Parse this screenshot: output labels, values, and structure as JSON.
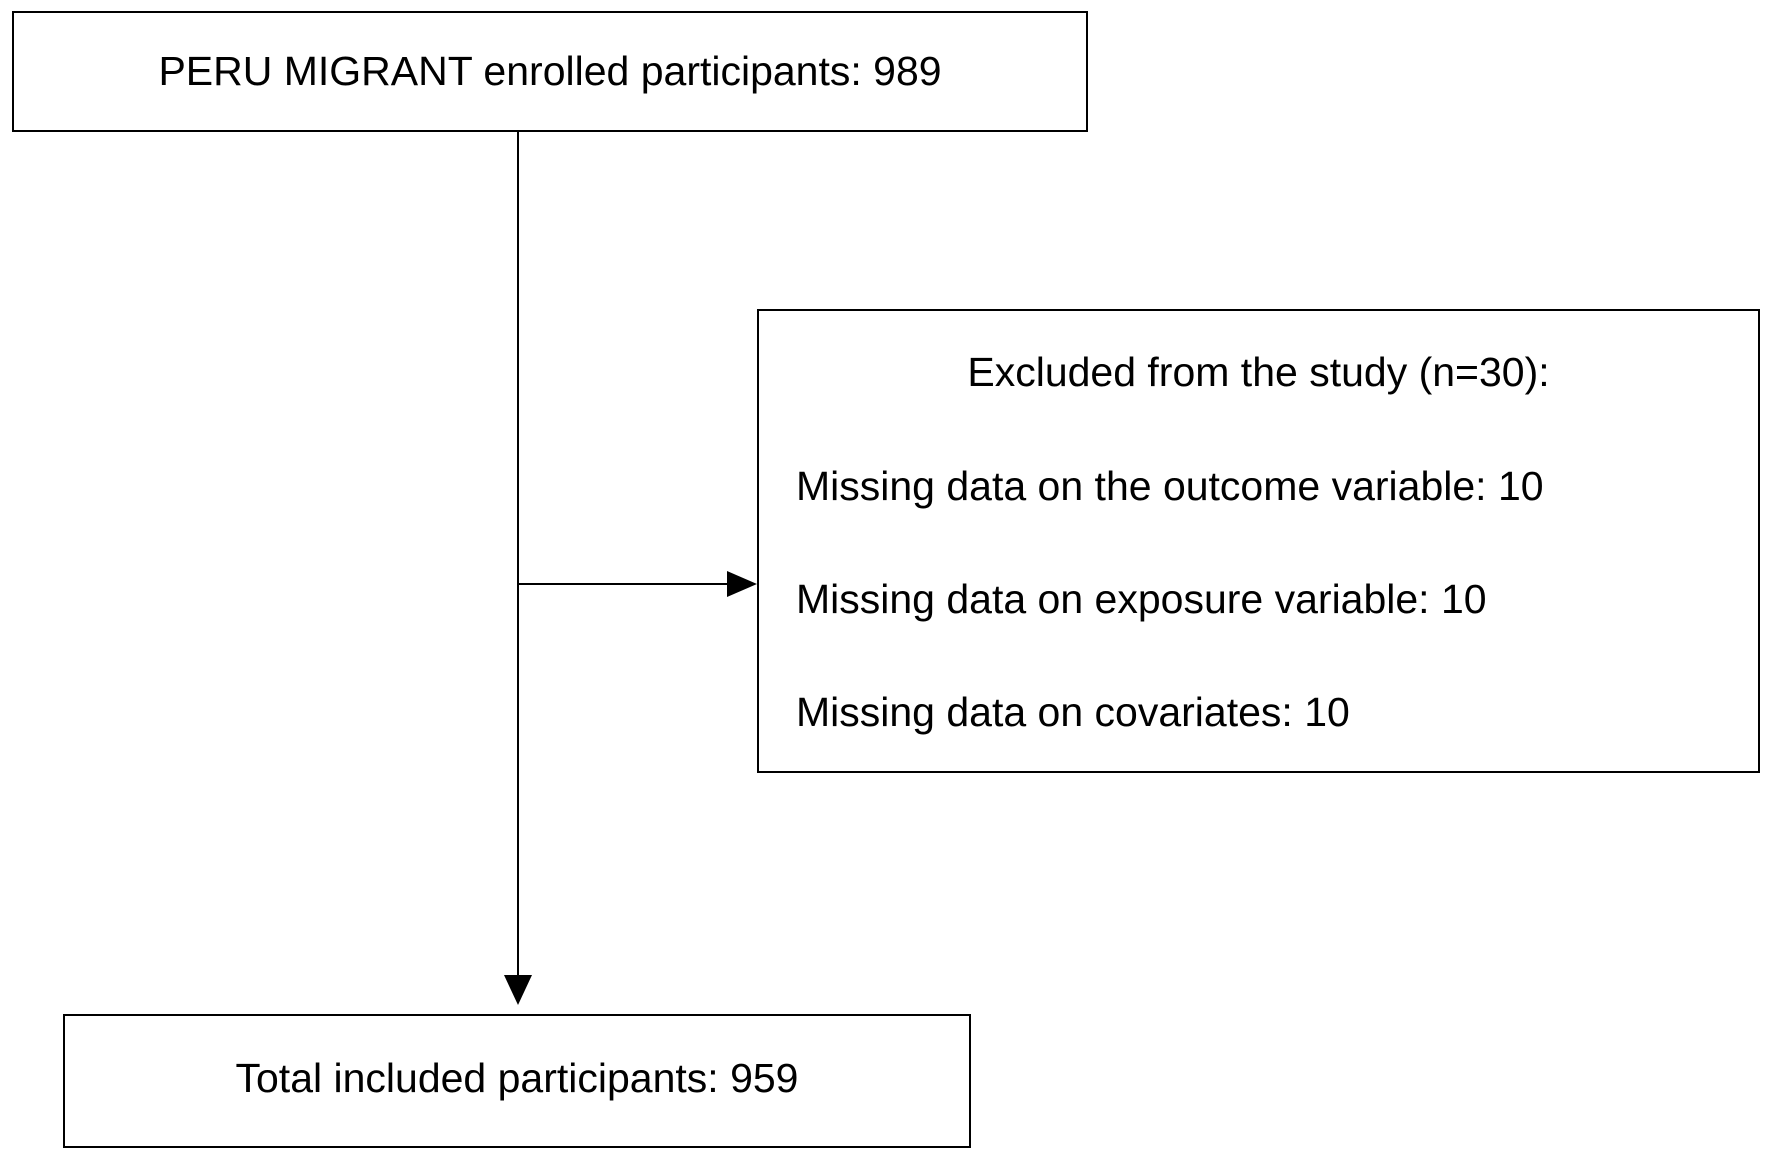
{
  "flowchart": {
    "enrolled": "PERU MIGRANT enrolled participants: 989",
    "excluded": {
      "heading": "Excluded from the study (n=30):",
      "items": [
        "Missing data on the outcome variable: 10",
        "Missing data on exposure variable: 10",
        "Missing data on covariates: 10"
      ]
    },
    "included": "Total included participants: 959"
  }
}
